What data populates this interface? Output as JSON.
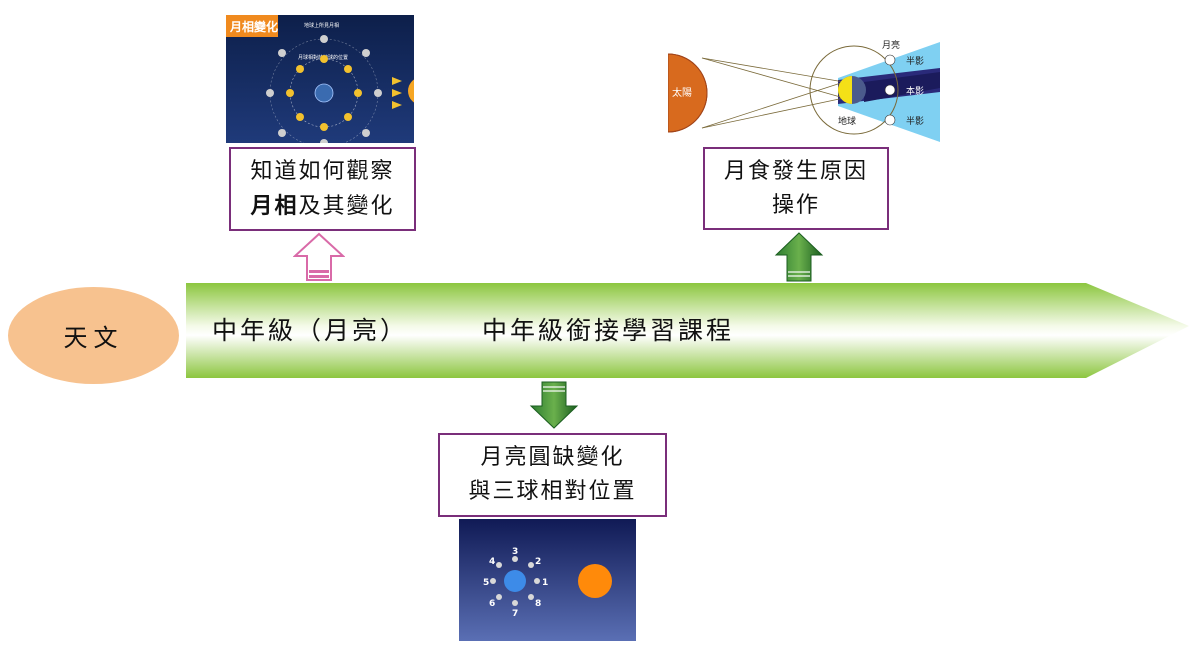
{
  "topic": {
    "label": "天文"
  },
  "banner": {
    "left_text": "中年級（月亮）",
    "right_text": "中年級銜接學習課程"
  },
  "box_left": {
    "line1": "知道如何觀察",
    "line2_bold": "月相",
    "line2_rest": "及其變化"
  },
  "box_right": {
    "line1": "月食發生原因",
    "line2": "操作"
  },
  "box_bottom": {
    "line1": "月亮圓缺變化",
    "line2": "與三球相對位置"
  },
  "moon_phase_image": {
    "title": "月相變化",
    "subtitle": "地球上所見月相",
    "inner_caption": "月球相對於地球的位置"
  },
  "eclipse_diagram": {
    "sun": "太陽",
    "earth": "地球",
    "moon": "月亮",
    "penumbra_top": "半影",
    "umbra": "本影",
    "penumbra_bottom": "半影"
  },
  "position_image": {
    "numbers": [
      "1",
      "2",
      "3",
      "4",
      "5",
      "6",
      "7",
      "8"
    ]
  },
  "colors": {
    "box_border": "#7a2e7a",
    "oval_fill": "#f7c28f",
    "banner_green": "#8cc63f",
    "arrow_green": "#2e7d32",
    "arrow_pink": "#d96aa8"
  }
}
